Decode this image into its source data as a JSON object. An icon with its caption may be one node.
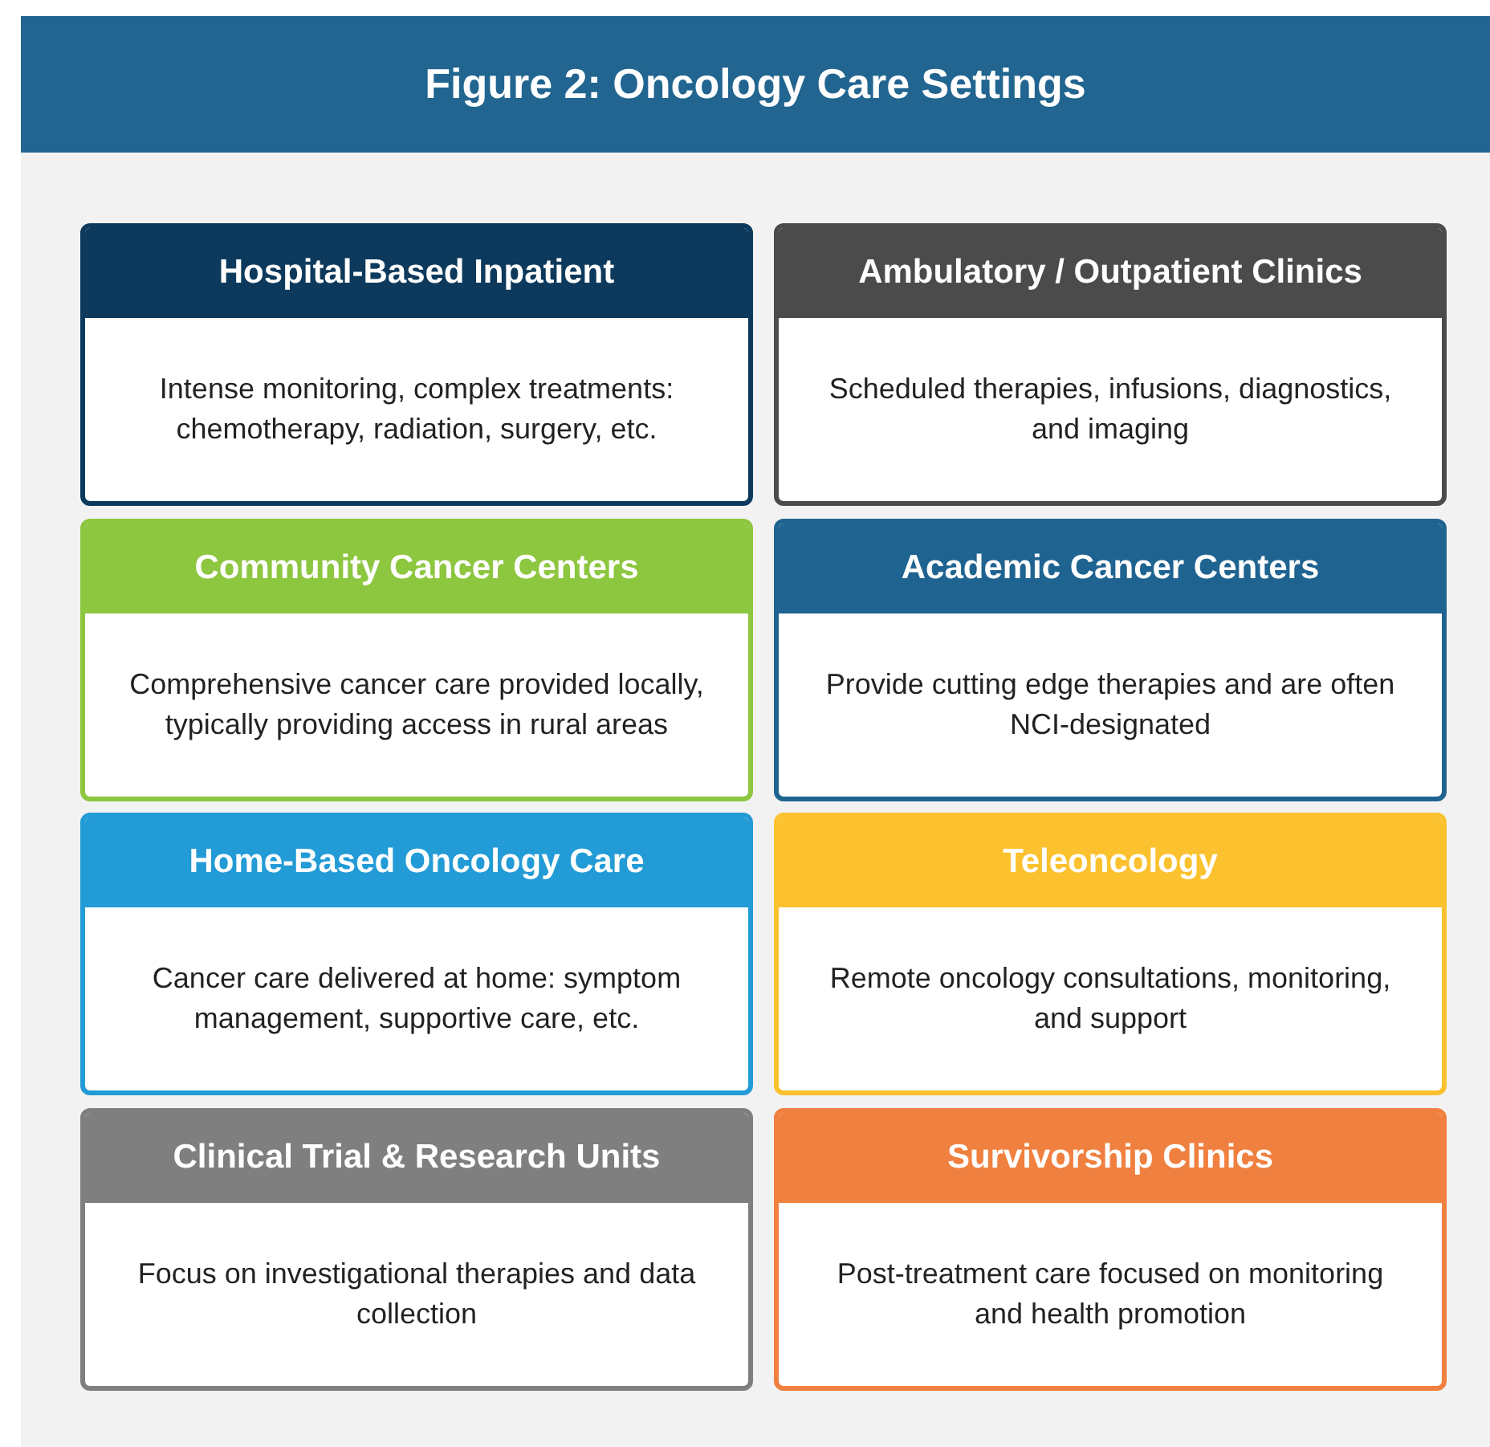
{
  "diagram": {
    "title": "Figure 2: Oncology Care Settings",
    "nodes": [
      {
        "text": [
          "Hospital-Based Inpatient",
          "Intense monitoring, complex treatments: chemotherapy, radiation, surgery, etc."
        ]
      },
      {
        "text": [
          "Ambulatory / Outpatient Clinics",
          "Scheduled therapies, infusions, diagnostics, and imaging"
        ]
      },
      {
        "text": [
          "Community Cancer Centers",
          "Comprehensive cancer care provided locally, typically providing access in rural areas"
        ]
      },
      {
        "text": [
          "Academic Cancer Centers",
          "Provide cutting edge therapies and are often NCI-designated"
        ]
      },
      {
        "text": [
          "Home-Based Oncology Care",
          "Cancer care delivered at home: symptom management, supportive care, etc."
        ]
      },
      {
        "text": [
          "Teleoncology",
          "Remote oncology consultations, monitoring, and support"
        ]
      },
      {
        "text": [
          "Clinical Trial & Research Units",
          "Focus on investigational therapies and data collection"
        ]
      },
      {
        "text": [
          "Survivorship Clinics",
          "Post-treatment care focused on monitoring and health promotion"
        ]
      }
    ]
  }
}
